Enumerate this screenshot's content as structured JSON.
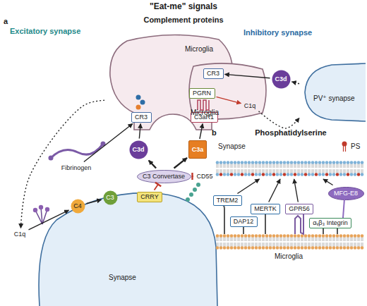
{
  "diagram": {
    "title": "\"Eat-me\" signals",
    "nodes": [
      {
        "text": [
          "Microglia"
        ]
      },
      {
        "text": [
          "CR3"
        ],
        "in": 0
      },
      {
        "text": [
          "C3aR1"
        ],
        "in": 0
      },
      {
        "text": [
          "Fibrinogen"
        ]
      },
      {
        "text": [
          "C3d"
        ]
      },
      {
        "text": [
          "C3a"
        ]
      },
      {
        "text": [
          "C3 Convertase"
        ]
      },
      {
        "text": [
          "Synapse"
        ]
      },
      {
        "text": [
          "C1q"
        ]
      },
      {
        "text": [
          "C4"
        ]
      },
      {
        "text": [
          "C3"
        ]
      },
      {
        "text": [
          "CRRY"
        ]
      },
      {
        "text": [
          "CD55"
        ]
      },
      {
        "text": [
          "Microglia"
        ]
      },
      {
        "text": [
          "CR3"
        ],
        "in": 13
      },
      {
        "text": [
          "PGRN"
        ],
        "in": 13
      },
      {
        "text": [
          "C1q"
        ],
        "in": 13
      },
      {
        "text": [
          "C3d"
        ]
      },
      {
        "text": [
          "PV⁺ synapse"
        ]
      },
      {
        "text": [
          "Synapse"
        ]
      },
      {
        "text": [
          "Microglia"
        ]
      },
      {
        "text": [
          "TREM2"
        ]
      },
      {
        "text": [
          "DAP12"
        ]
      },
      {
        "text": [
          "MERTK"
        ]
      },
      {
        "text": [
          "GPR56"
        ]
      },
      {
        "text": [
          "αᵥβ₃ Integrin"
        ]
      },
      {
        "text": [
          "MFG-E8"
        ]
      }
    ],
    "edges": [
      {
        "from": 8,
        "to": 9,
        "arrow": "to"
      },
      {
        "from": 9,
        "to": 10,
        "arrow": "to"
      },
      {
        "from": 6,
        "to": 4,
        "arrow": "to"
      },
      {
        "from": 6,
        "to": 5,
        "arrow": "to"
      },
      {
        "from": 4,
        "to": 1,
        "arrow": "to"
      },
      {
        "from": 5,
        "to": 2,
        "arrow": "to"
      },
      {
        "from": 3,
        "to": 1,
        "arrow": "to"
      },
      {
        "from": 11,
        "to": 6,
        "arrow": "to"
      },
      {
        "from": 12,
        "to": 6,
        "arrow": "to"
      },
      {
        "from": 0,
        "to": 8,
        "arrow": "to"
      },
      {
        "from": 17,
        "to": 14,
        "arrow": "to"
      },
      {
        "from": 15,
        "to": 16,
        "arrow": "to"
      },
      {
        "from": 16,
        "to": 18,
        "arrow": "to"
      },
      {
        "from": 18,
        "to": 17,
        "arrow": "to"
      },
      {
        "from": 21,
        "to": 19,
        "arrow": "to"
      },
      {
        "from": 23,
        "to": 19,
        "arrow": "to"
      },
      {
        "from": 24,
        "to": 19,
        "arrow": "to"
      },
      {
        "from": 26,
        "to": 19,
        "arrow": "to"
      }
    ],
    "labels": [
      "a",
      "Complement proteins",
      "Excitatory synapse",
      "Inhibitory synapse",
      "b",
      "Phosphatidylserine"
    ],
    "legend": [
      {
        "text": "PS"
      }
    ]
  }
}
